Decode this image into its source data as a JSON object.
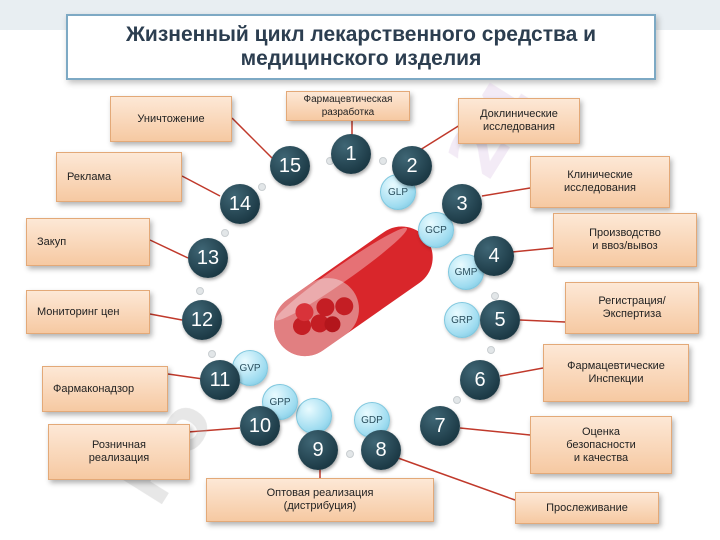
{
  "title": "Жизненный цикл лекарственного средства и\nмедицинского изделия",
  "colors": {
    "callout_fill": "#f6c9a2",
    "callout_border": "#e3a978",
    "number_circle": "#1d3b47",
    "practice_circle": "#9fdcf0",
    "connector": "#c0392b",
    "capsule": "#d9262b"
  },
  "stages": [
    {
      "num": "1",
      "label": "Фармацевтическая\nразработка"
    },
    {
      "num": "2",
      "label": "Доклинические\nисследования"
    },
    {
      "num": "3",
      "label": "Клинические\nисследования"
    },
    {
      "num": "4",
      "label": "Производство\nи ввоз/вывоз"
    },
    {
      "num": "5",
      "label": "Регистрация/\nЭкспертиза"
    },
    {
      "num": "6",
      "label": "Фармацевтические\nИнспекции"
    },
    {
      "num": "7",
      "label": "Оценка\nбезопасности\nи качества"
    },
    {
      "num": "8",
      "label": "Прослеживание"
    },
    {
      "num": "9",
      "label": "Оптовая реализация\n(дистрибуция)"
    },
    {
      "num": "10",
      "label": "Розничная\nреализация"
    },
    {
      "num": "11",
      "label": "Фармаконадзор"
    },
    {
      "num": "12",
      "label": "Мониторинг цен"
    },
    {
      "num": "13",
      "label": "Закуп"
    },
    {
      "num": "14",
      "label": "Реклама"
    },
    {
      "num": "15",
      "label": "Уничтожение"
    }
  ],
  "practices": [
    "GLP",
    "GCP",
    "GMP",
    "GRP",
    "GDP",
    "GPP",
    "GVP"
  ]
}
